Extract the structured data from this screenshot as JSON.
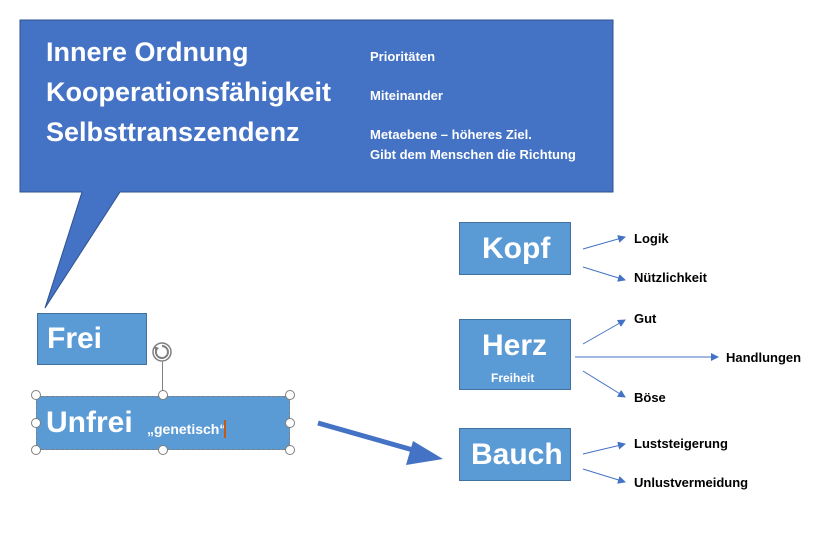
{
  "colors": {
    "callout_fill": "#4472c4",
    "box_fill": "#5b9bd5",
    "box_border": "#41719c",
    "arrow": "#4472c4",
    "text_on_blue": "#ffffff",
    "cursor": "#c55a11"
  },
  "callout": {
    "lines": [
      {
        "label": "Innere Ordnung",
        "note": "Prioritäten"
      },
      {
        "label": "Kooperationsfähigkeit",
        "note": "Miteinander"
      },
      {
        "label": "Selbsttranszendenz",
        "note": "Metaebene – höheres Ziel."
      }
    ],
    "note_extra": "Gibt dem Menschen die Richtung"
  },
  "frei": {
    "label": "Frei"
  },
  "unfrei": {
    "label": "Unfrei",
    "sub": "„genetisch“"
  },
  "icons": {
    "rotate_handle": "rotate-icon"
  },
  "kopf": {
    "label": "Kopf",
    "leaves": [
      "Logik",
      "Nützlichkeit"
    ]
  },
  "herz": {
    "label": "Herz",
    "sub": "Freiheit",
    "leaves": [
      "Gut",
      "Handlungen",
      "Böse"
    ]
  },
  "bauch": {
    "label": "Bauch",
    "leaves": [
      "Luststeigerung",
      "Unlustvermeidung"
    ]
  }
}
